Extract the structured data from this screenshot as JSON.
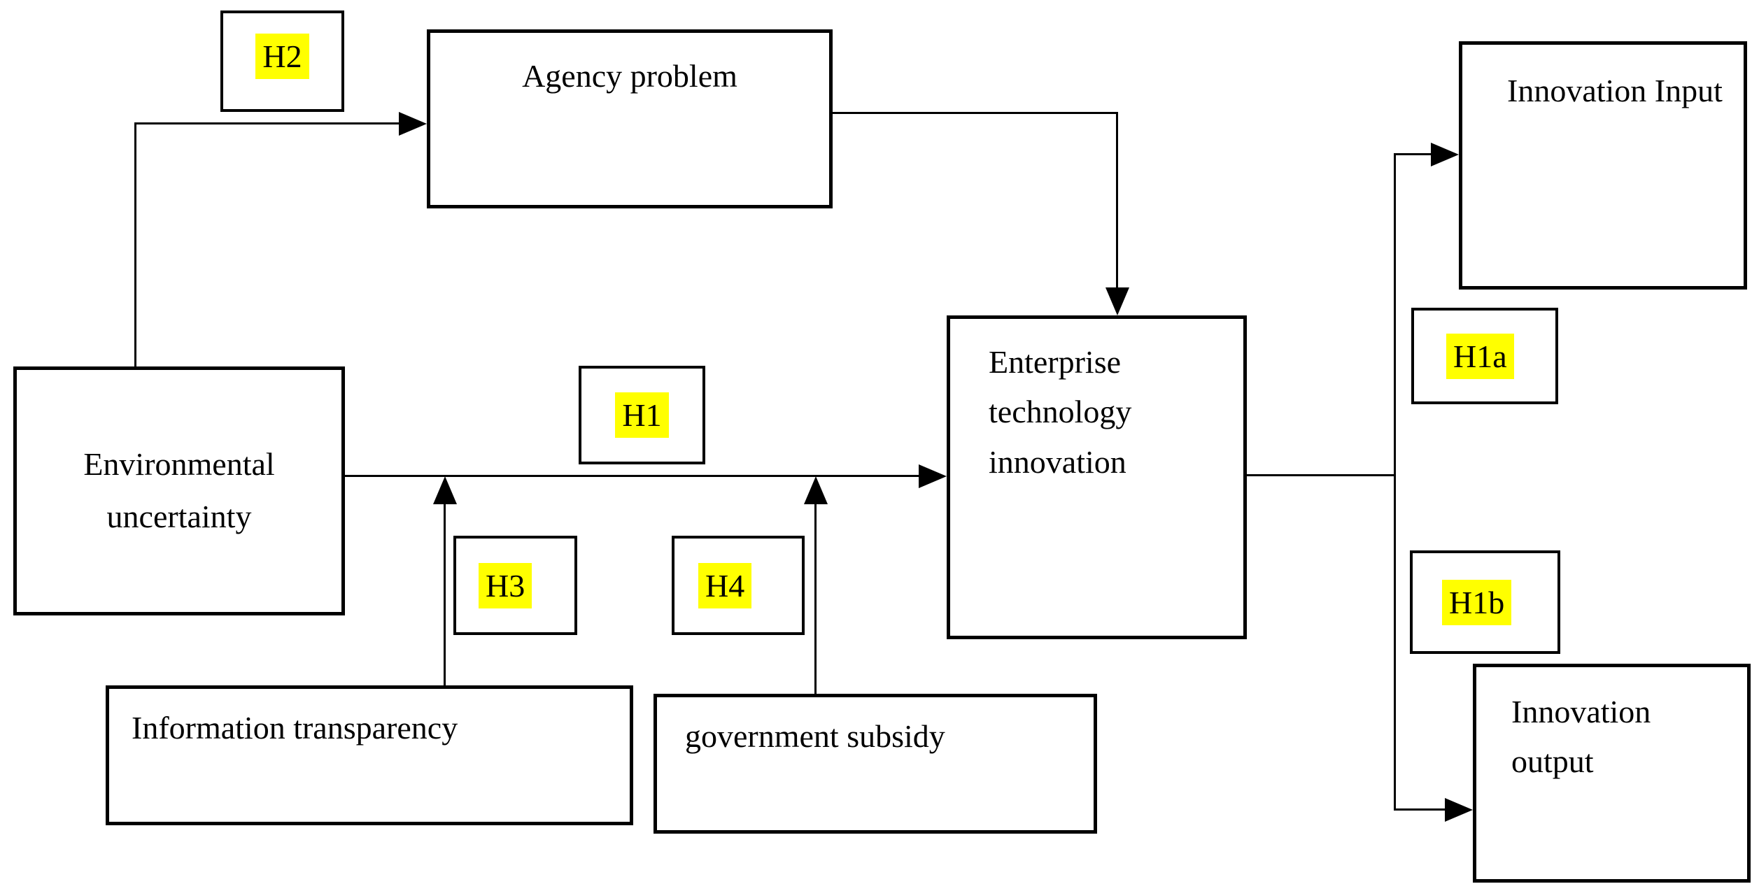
{
  "figure": {
    "colors": {
      "background": "#ffffff",
      "line": "#000000",
      "text": "#000000",
      "highlight": "#ffff00"
    },
    "nodes": {
      "environmental_uncertainty": {
        "label": "Environmental uncertainty"
      },
      "agency_problem": {
        "label": "Agency problem"
      },
      "enterprise_technology_innovation": {
        "label": "Enterprise technology innovation"
      },
      "information_transparency": {
        "label": "Information transparency"
      },
      "government_subsidy": {
        "label": "government subsidy"
      },
      "innovation_input": {
        "label": "Innovation Input"
      },
      "innovation_output": {
        "label": "Innovation output"
      }
    },
    "hypotheses": {
      "h1": {
        "label": "H1"
      },
      "h2": {
        "label": "H2"
      },
      "h3": {
        "label": "H3"
      },
      "h4": {
        "label": "H4"
      },
      "h1a": {
        "label": "H1a"
      },
      "h1b": {
        "label": "H1b"
      }
    },
    "edges": [
      {
        "from": "Environmental uncertainty",
        "to": "Agency problem",
        "hypothesis": "H2"
      },
      {
        "from": "Agency problem",
        "to": "Enterprise technology innovation",
        "hypothesis": ""
      },
      {
        "from": "Environmental uncertainty",
        "to": "Enterprise technology innovation",
        "hypothesis": "H1"
      },
      {
        "from": "Information transparency",
        "to": "Environmental uncertainty - Enterprise technology innovation path",
        "hypothesis": "H3"
      },
      {
        "from": "government subsidy",
        "to": "Environmental uncertainty - Enterprise technology innovation path",
        "hypothesis": "H4"
      },
      {
        "from": "Enterprise technology innovation",
        "to": "Innovation Input",
        "hypothesis": "H1a"
      },
      {
        "from": "Enterprise technology innovation",
        "to": "Innovation output",
        "hypothesis": "H1b"
      }
    ]
  }
}
